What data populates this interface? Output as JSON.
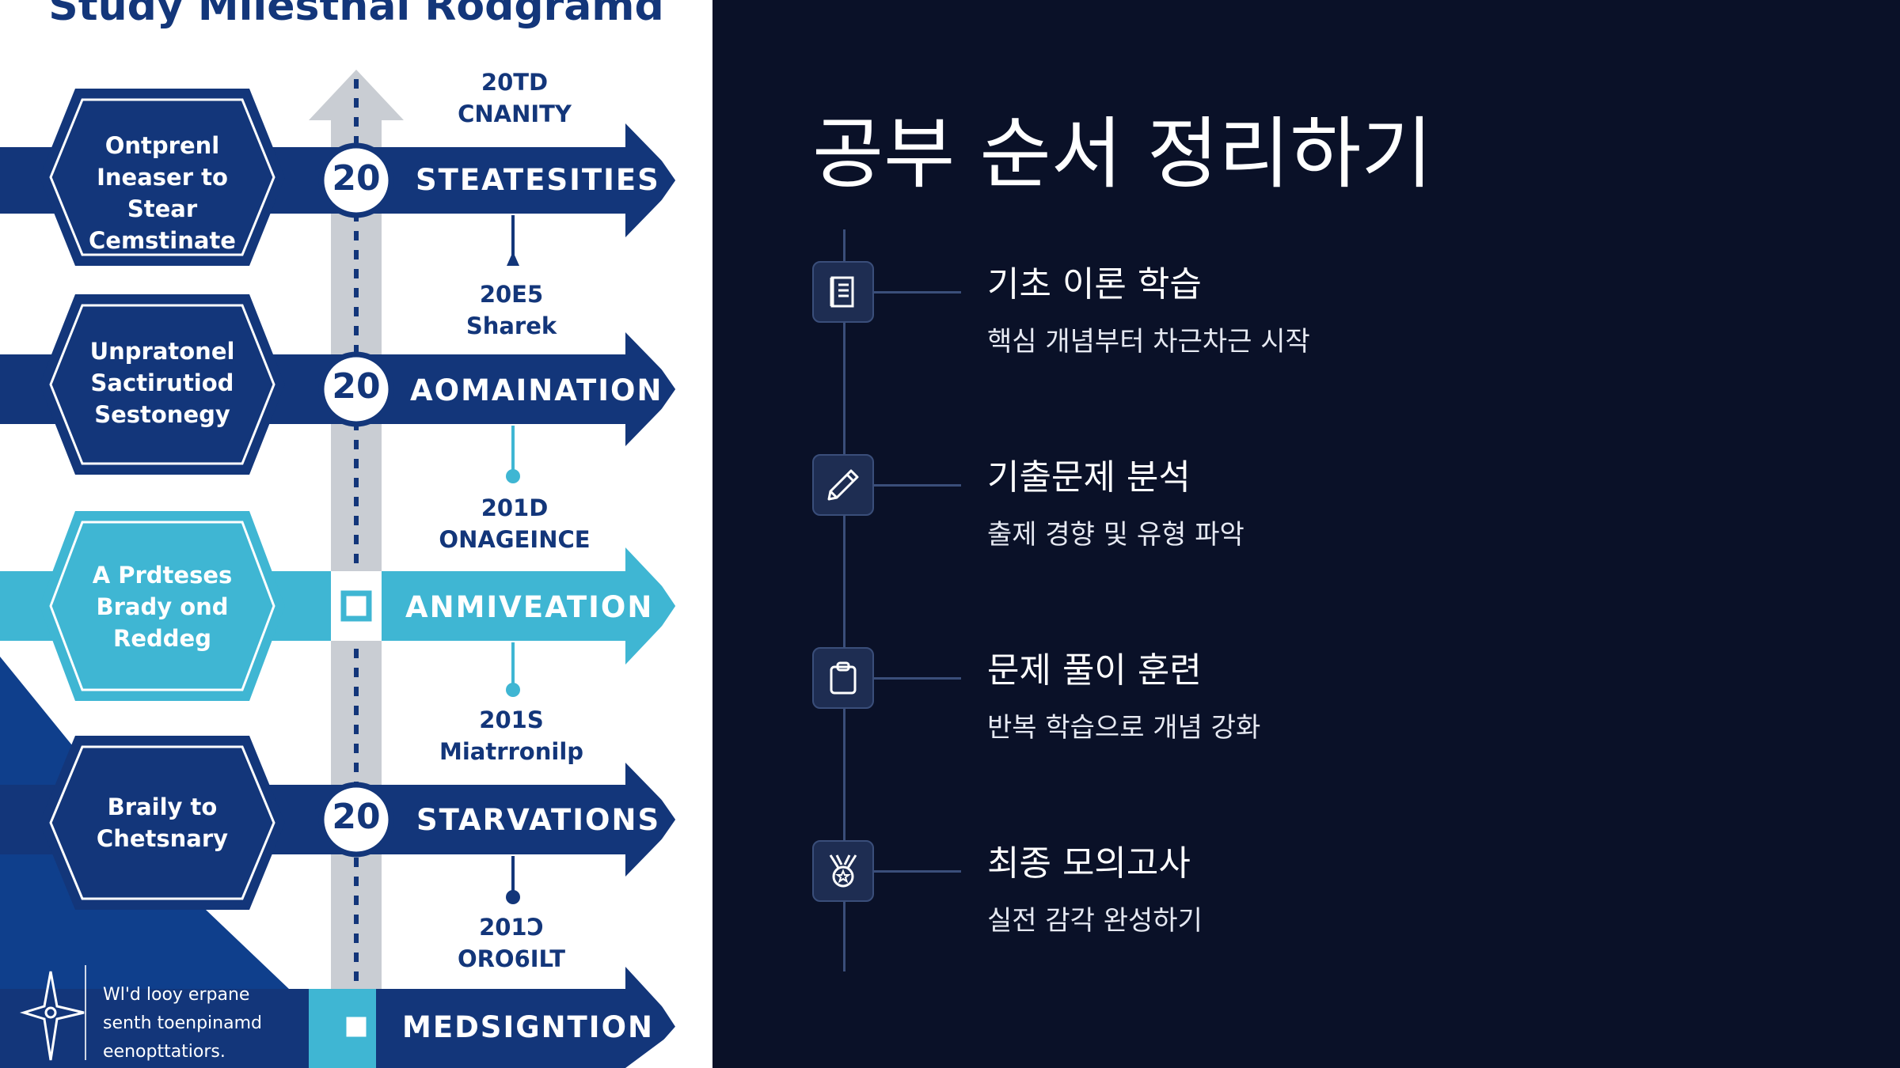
{
  "left_panel": {
    "title": "Study Milestnal Rodgramd",
    "hexagons": [
      "Ontprenl Ineaser to Stear Cemstinate",
      "Unpratonel Sactirutiod Sestonegy",
      "A Prdteses Brady ond Reddeg",
      "Braily to Chetsnary"
    ],
    "bands": [
      {
        "number": "20",
        "label": "STEATESITIES"
      },
      {
        "number": "20",
        "label": "AOMAINATION"
      },
      {
        "number": "",
        "label": "ANMIVEATION"
      },
      {
        "number": "20",
        "label": "STARVATIONS"
      },
      {
        "number": "",
        "label": "MEDSIGNTION"
      }
    ],
    "year_labels": [
      {
        "year": "20TD",
        "sub": "CNANITY"
      },
      {
        "year": "20E5",
        "sub": "Sharek"
      },
      {
        "year": "201D",
        "sub": "ONAGEINCE"
      },
      {
        "year": "201S",
        "sub": "Miatrronilp"
      },
      {
        "year": "201Ɔ",
        "sub": "ORO6ILT"
      }
    ],
    "footnote": "Wl'd looy erpane senth toenpinamd eenopttatiors.",
    "colors": {
      "navy": "#13367a",
      "cyan": "#3fb6d3",
      "gray": "#c9cdd3"
    }
  },
  "right_panel": {
    "title": "공부 순서 정리하기",
    "steps": [
      {
        "icon": "book-icon",
        "title": "기초 이론 학습",
        "desc": "핵심 개념부터 차근차근 시작"
      },
      {
        "icon": "pencil-icon",
        "title": "기출문제 분석",
        "desc": "출제 경향 및 유형 파악"
      },
      {
        "icon": "clipboard-icon",
        "title": "문제 풀이 훈련",
        "desc": "반복 학습으로 개념 강화"
      },
      {
        "icon": "medal-icon",
        "title": "최종 모의고사",
        "desc": "실전 감각 완성하기"
      }
    ],
    "colors": {
      "background": "#0a1128",
      "icon_box": "#1e2d52",
      "line": "#3a4e7a",
      "text": "#ffffff"
    }
  }
}
